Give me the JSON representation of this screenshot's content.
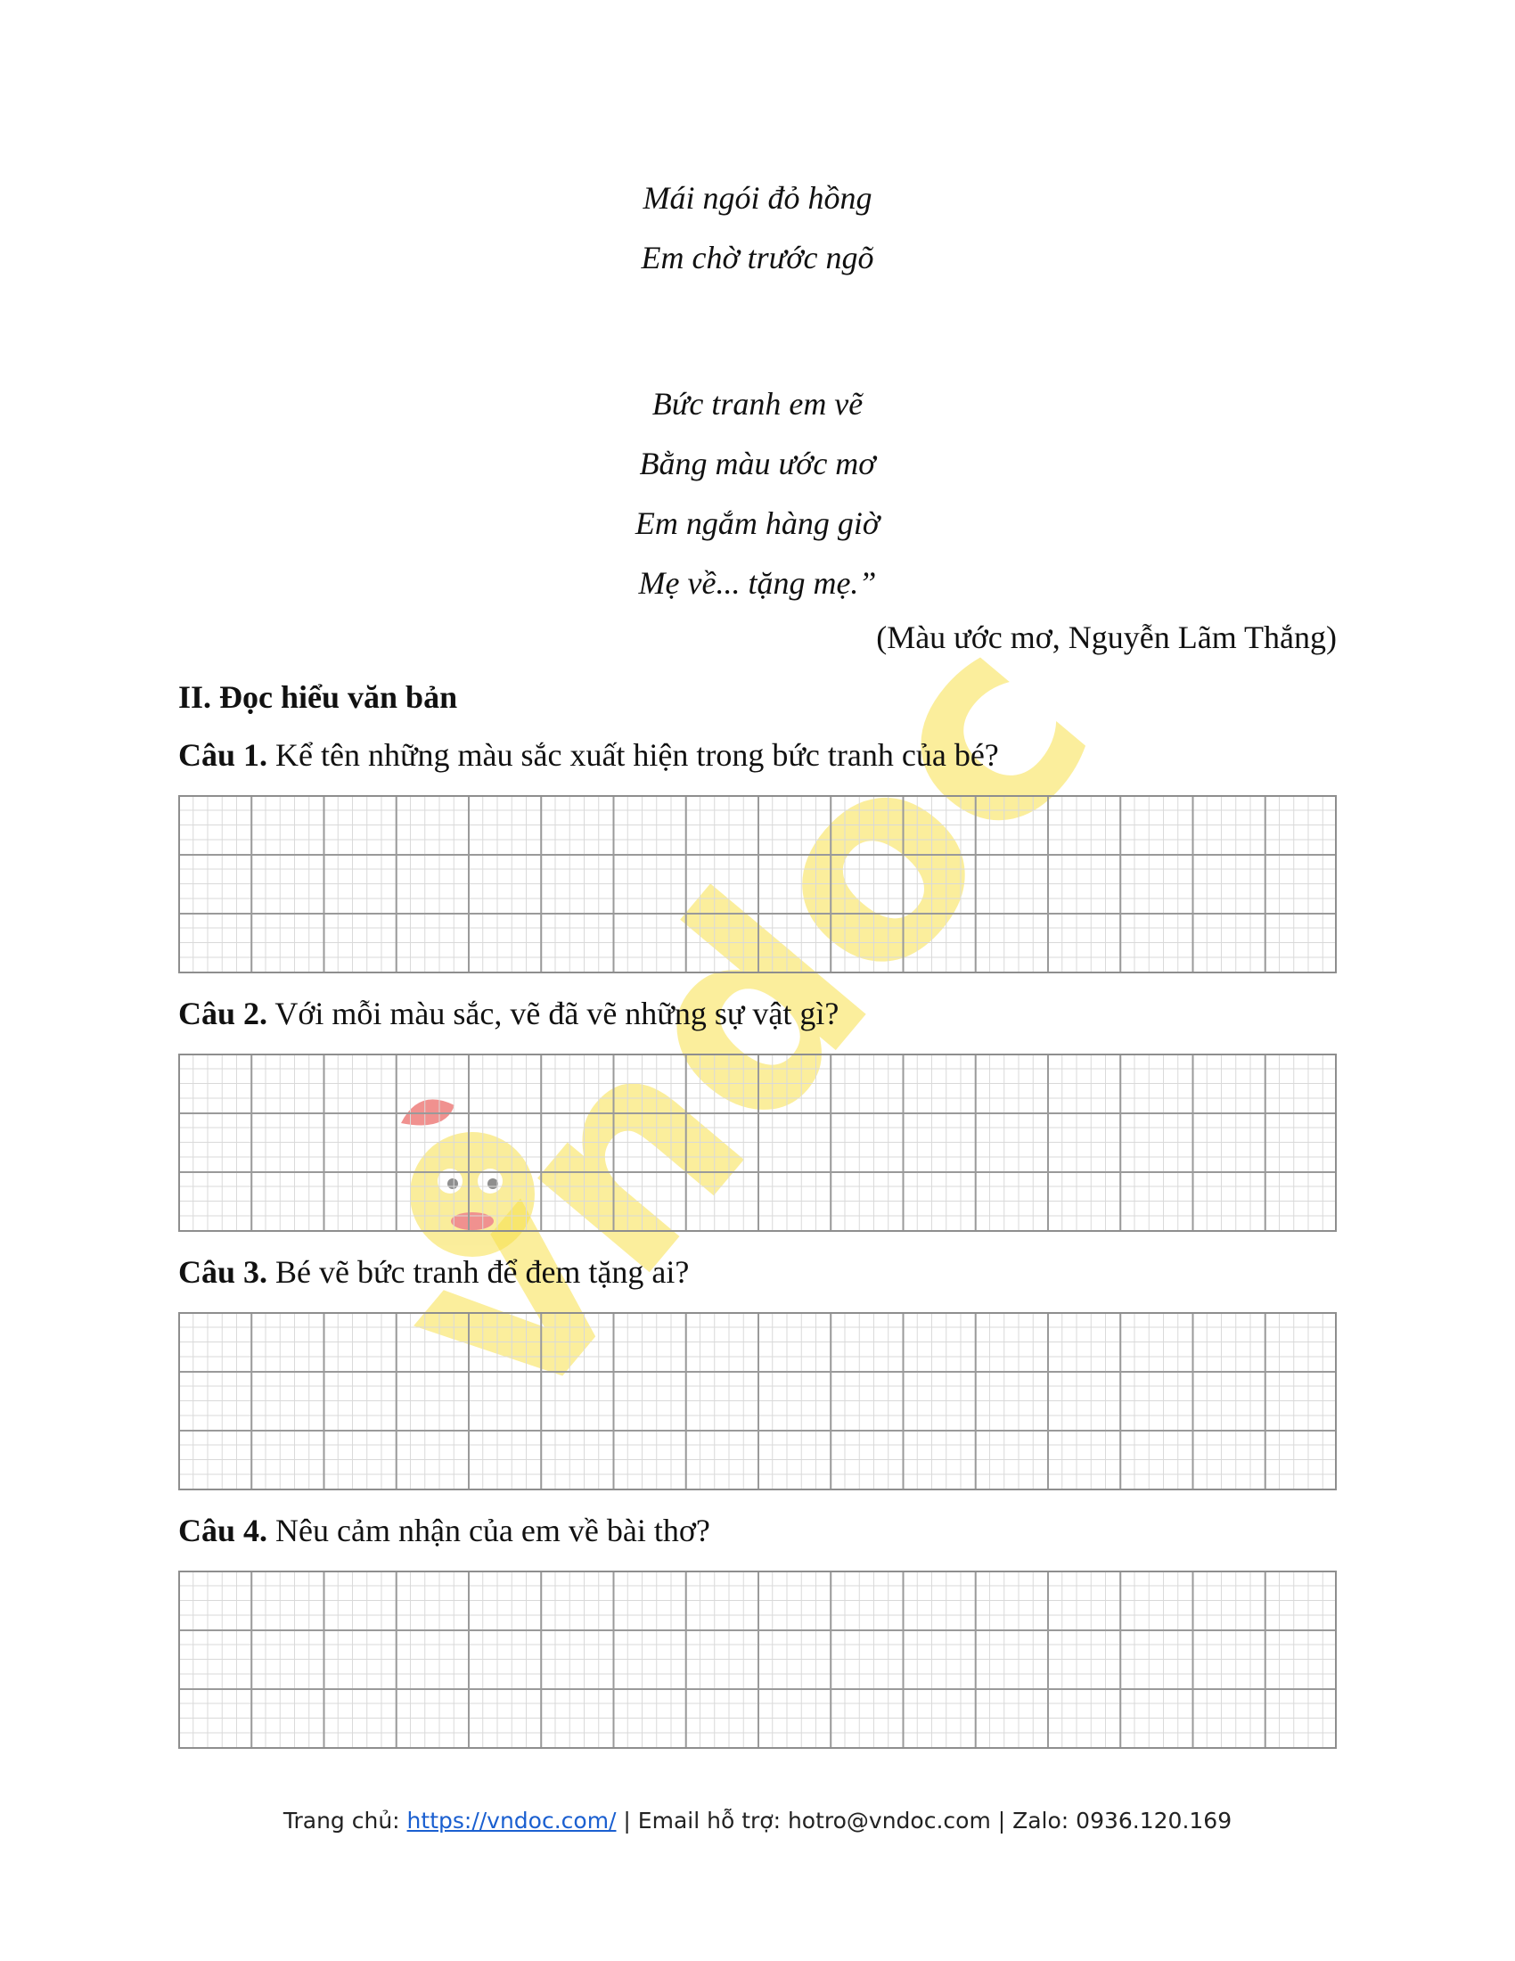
{
  "poem": {
    "stanza1": [
      "Mái ngói đỏ hồng",
      "Em chờ trước ngõ"
    ],
    "stanza2": [
      "Bức tranh em vẽ",
      "Bằng màu ước mơ",
      "Em ngắm hàng giờ",
      "Mẹ về... tặng mẹ.”"
    ],
    "credit": "(Màu ước mơ, Nguyễn Lãm Thắng)"
  },
  "section": {
    "title": "II. Đọc hiểu văn bản"
  },
  "questions": [
    {
      "num": "Câu 1.",
      "text": " Kể tên những màu sắc xuất hiện trong bức tranh của bé?"
    },
    {
      "num": "Câu 2.",
      "text": " Với mỗi màu sắc, vẽ đã vẽ những sự vật gì?"
    },
    {
      "num": "Câu 3.",
      "text": " Bé vẽ bức tranh để đem tặng ai?"
    },
    {
      "num": "Câu 4.",
      "text": " Nêu cảm nhận của em về bài thơ?"
    }
  ],
  "footer": {
    "prefix": "Trang chủ: ",
    "link": "https://vndoc.com/",
    "email_part": " | Email hỗ trợ: hotro@vndoc.com | Zalo: 0936.120.169"
  },
  "watermark": {
    "text": "vndoc",
    "color": "#f7e04a"
  }
}
